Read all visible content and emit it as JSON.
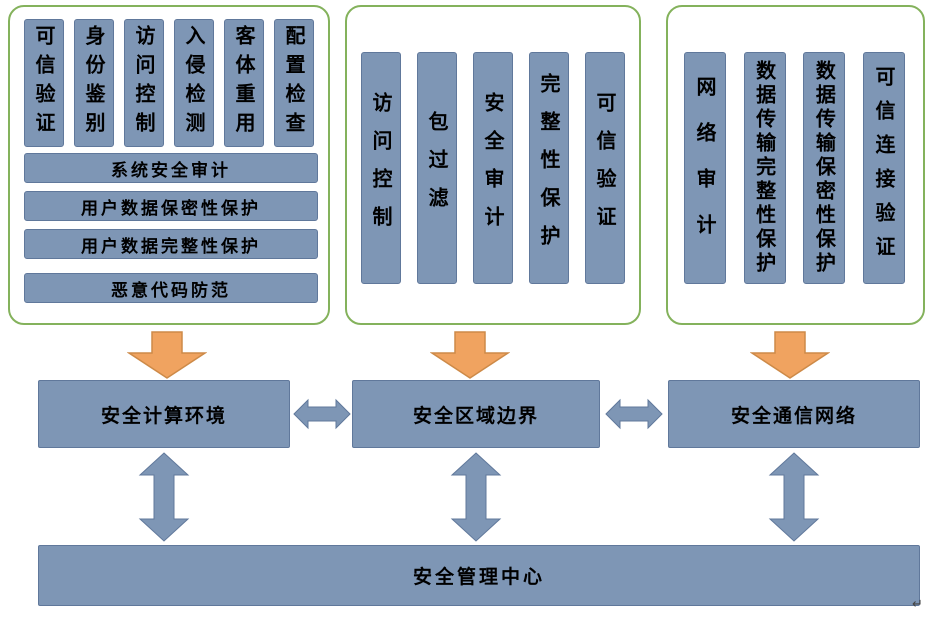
{
  "colors": {
    "box_fill": "#7e96b5",
    "box_border": "#60789b",
    "group_border_green": "#84b25c",
    "orange_arrow_fill": "#f0a360",
    "orange_arrow_border": "#cd8a48",
    "blue_arrow_fill": "#7e96b5",
    "text": "#000000"
  },
  "groups": [
    {
      "name": "computing-environment-measures",
      "vertical_items": [
        "可信验证",
        "身份鉴别",
        "访问控制",
        "入侵检测",
        "客体重用",
        "配置检查"
      ],
      "bars": [
        "系统安全审计",
        "用户数据保密性保护",
        "用户数据完整性保护",
        "恶意代码防范"
      ]
    },
    {
      "name": "area-boundary-measures",
      "vertical_items": [
        "访问控制",
        "包过滤",
        "安全审计",
        "完整性保护",
        "可信验证"
      ]
    },
    {
      "name": "communication-network-measures",
      "vertical_items": [
        "网络审计",
        "数据传输完整性保护",
        "数据传输保密性保护",
        "可信连接验证"
      ]
    }
  ],
  "layers": [
    {
      "label": "安全计算环境"
    },
    {
      "label": "安全区域边界"
    },
    {
      "label": "安全通信网络"
    }
  ],
  "bottom": {
    "label": "安全管理中心"
  },
  "corner_mark": "↵"
}
